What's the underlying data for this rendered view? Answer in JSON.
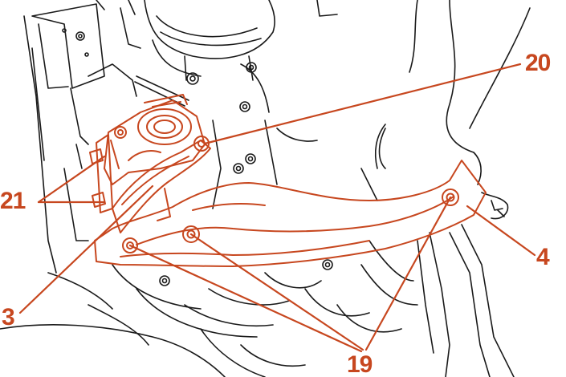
{
  "diagram": {
    "labels": [
      {
        "id": "20",
        "text": "20"
      },
      {
        "id": "21",
        "text": "21"
      },
      {
        "id": "4",
        "text": "4"
      },
      {
        "id": "3",
        "text": "3"
      },
      {
        "id": "19",
        "text": "19"
      }
    ]
  },
  "colors": {
    "highlight": "#c7471f",
    "linework": "#1a1a1a",
    "background": "#ffffff"
  }
}
